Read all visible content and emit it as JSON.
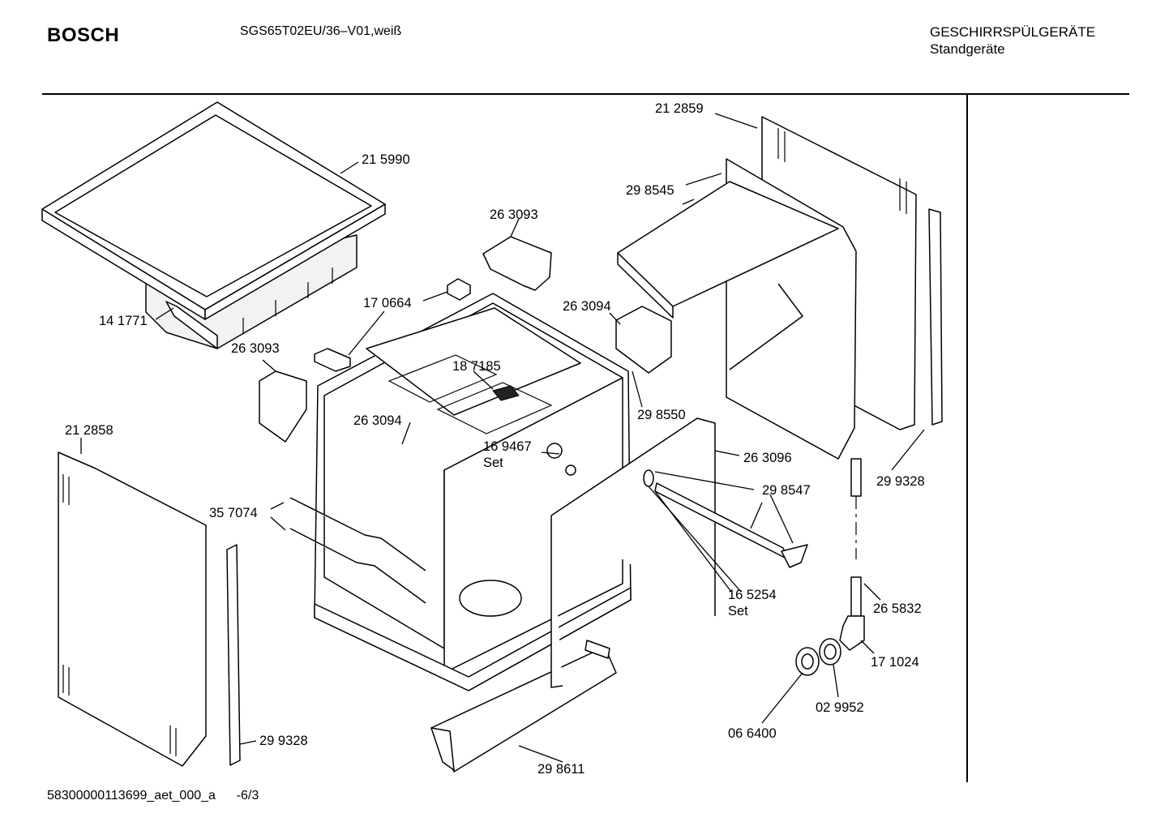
{
  "header": {
    "brand": "BOSCH",
    "model": "SGS65T02EU/36–V01,weiß",
    "category": "GESCHIRRSPÜLGERÄTE",
    "subcategory": "Standgeräte"
  },
  "footer": {
    "doc_id": "58300000113699_aet_000_a",
    "page": "-6/3"
  },
  "parts": {
    "p215990": "21 5990",
    "p141771": "14 1771",
    "p263093a": "26 3093",
    "p170664": "17 0664",
    "p263093b": "26 3093",
    "p187185": "18 7185",
    "p263094a": "26 3094",
    "p263094b": "26 3094",
    "p212858": "21 2858",
    "p357074": "35 7074",
    "p299328a": "29 9328",
    "p298611": "29 8611",
    "p212859": "21 2859",
    "p298545": "29 8545",
    "p298550": "29 8550",
    "p169467": "16 9467",
    "p169467_set": "Set",
    "p263096": "26 3096",
    "p298547": "29 8547",
    "p299328b": "29 9328",
    "p165254": "16 5254",
    "p165254_set": "Set",
    "p265832": "26 5832",
    "p171024": "17 1024",
    "p029952": "02 9952",
    "p066400": "06 6400"
  }
}
